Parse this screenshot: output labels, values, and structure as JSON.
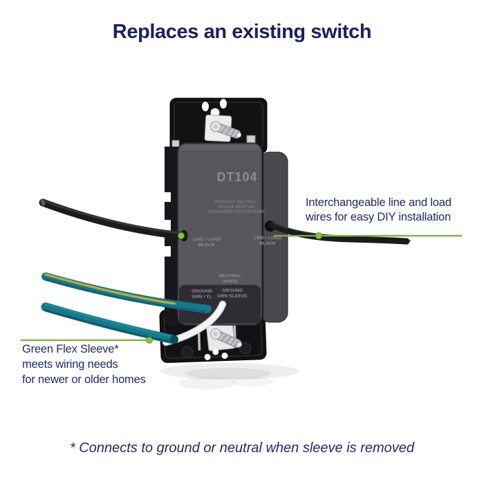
{
  "title": "Replaces an existing switch",
  "annotations": {
    "right1": "Interchangeable line and load",
    "right2": "wires for easy DIY installation",
    "left1": "Green Flex Sleeve*",
    "left2": "meets wiring needs",
    "left3": "for newer or older homes",
    "footnote": "* Connects to ground or neutral when sleeve is removed"
  },
  "device": {
    "model": "DT104",
    "warning1": "WITHOUT NEUTRAL,",
    "warning2": "DEVICE MUST BE",
    "warning3": "GROUNDED TO FUNCTION",
    "term_left1": "LINE / LOAD",
    "term_left2": "BLACK",
    "term_right1": "LINE / LOAD",
    "term_right2": "BLACK",
    "term_neutral1": "NEUTRAL",
    "term_neutral2": "WHITE",
    "term_ground1": "GROUND",
    "term_ground2": "GRN / YL",
    "term_sleeve1": "GROUND",
    "term_sleeve2": "GRN SLEEVE"
  },
  "colors": {
    "heading_navy": "#1b2060",
    "callout_navy": "#23286b",
    "annotation_green_line": "#7cb342",
    "annotation_green_dot": "#82c341",
    "wire_black": "#1b1b1b",
    "wire_teal_sleeve": "#15798c",
    "ground_stripe_yellow": "#c9a733",
    "wire_white": "#f5f5f5",
    "device_body_gray": "#57565c",
    "mounting_strap_black": "#141417",
    "screw_silver": "#c2c2c6"
  }
}
